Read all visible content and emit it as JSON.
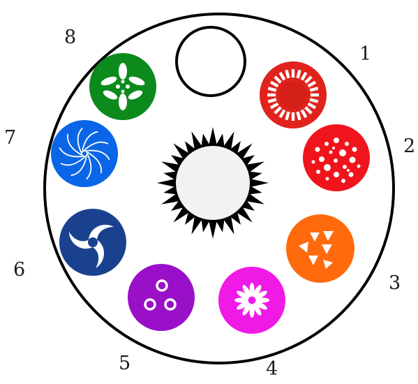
{
  "slot_numbers": [
    "1",
    "2",
    "3",
    "4",
    "5",
    "6",
    "7",
    "8"
  ],
  "slots": [
    {
      "number": "1",
      "color": "#e0231c",
      "icon": "radial-dashes-ring-icon"
    },
    {
      "number": "2",
      "color": "#f0141c",
      "icon": "dots-pattern-icon"
    },
    {
      "number": "3",
      "color": "#ff6a0c",
      "icon": "triangles-icon"
    },
    {
      "number": "4",
      "color": "#f01ae6",
      "icon": "flower-petals-icon"
    },
    {
      "number": "5",
      "color": "#9a10c8",
      "icon": "three-rings-icon"
    },
    {
      "number": "6",
      "color": "#1a418e",
      "icon": "triple-swirl-icon"
    },
    {
      "number": "7",
      "color": "#0a66e6",
      "icon": "spiral-vortex-icon"
    },
    {
      "number": "8",
      "color": "#0c8a1c",
      "icon": "leaf-flower-icon"
    }
  ],
  "open_slot": {
    "icon": "open-circle-icon"
  },
  "center": {
    "icon": "spiky-sun-icon"
  }
}
